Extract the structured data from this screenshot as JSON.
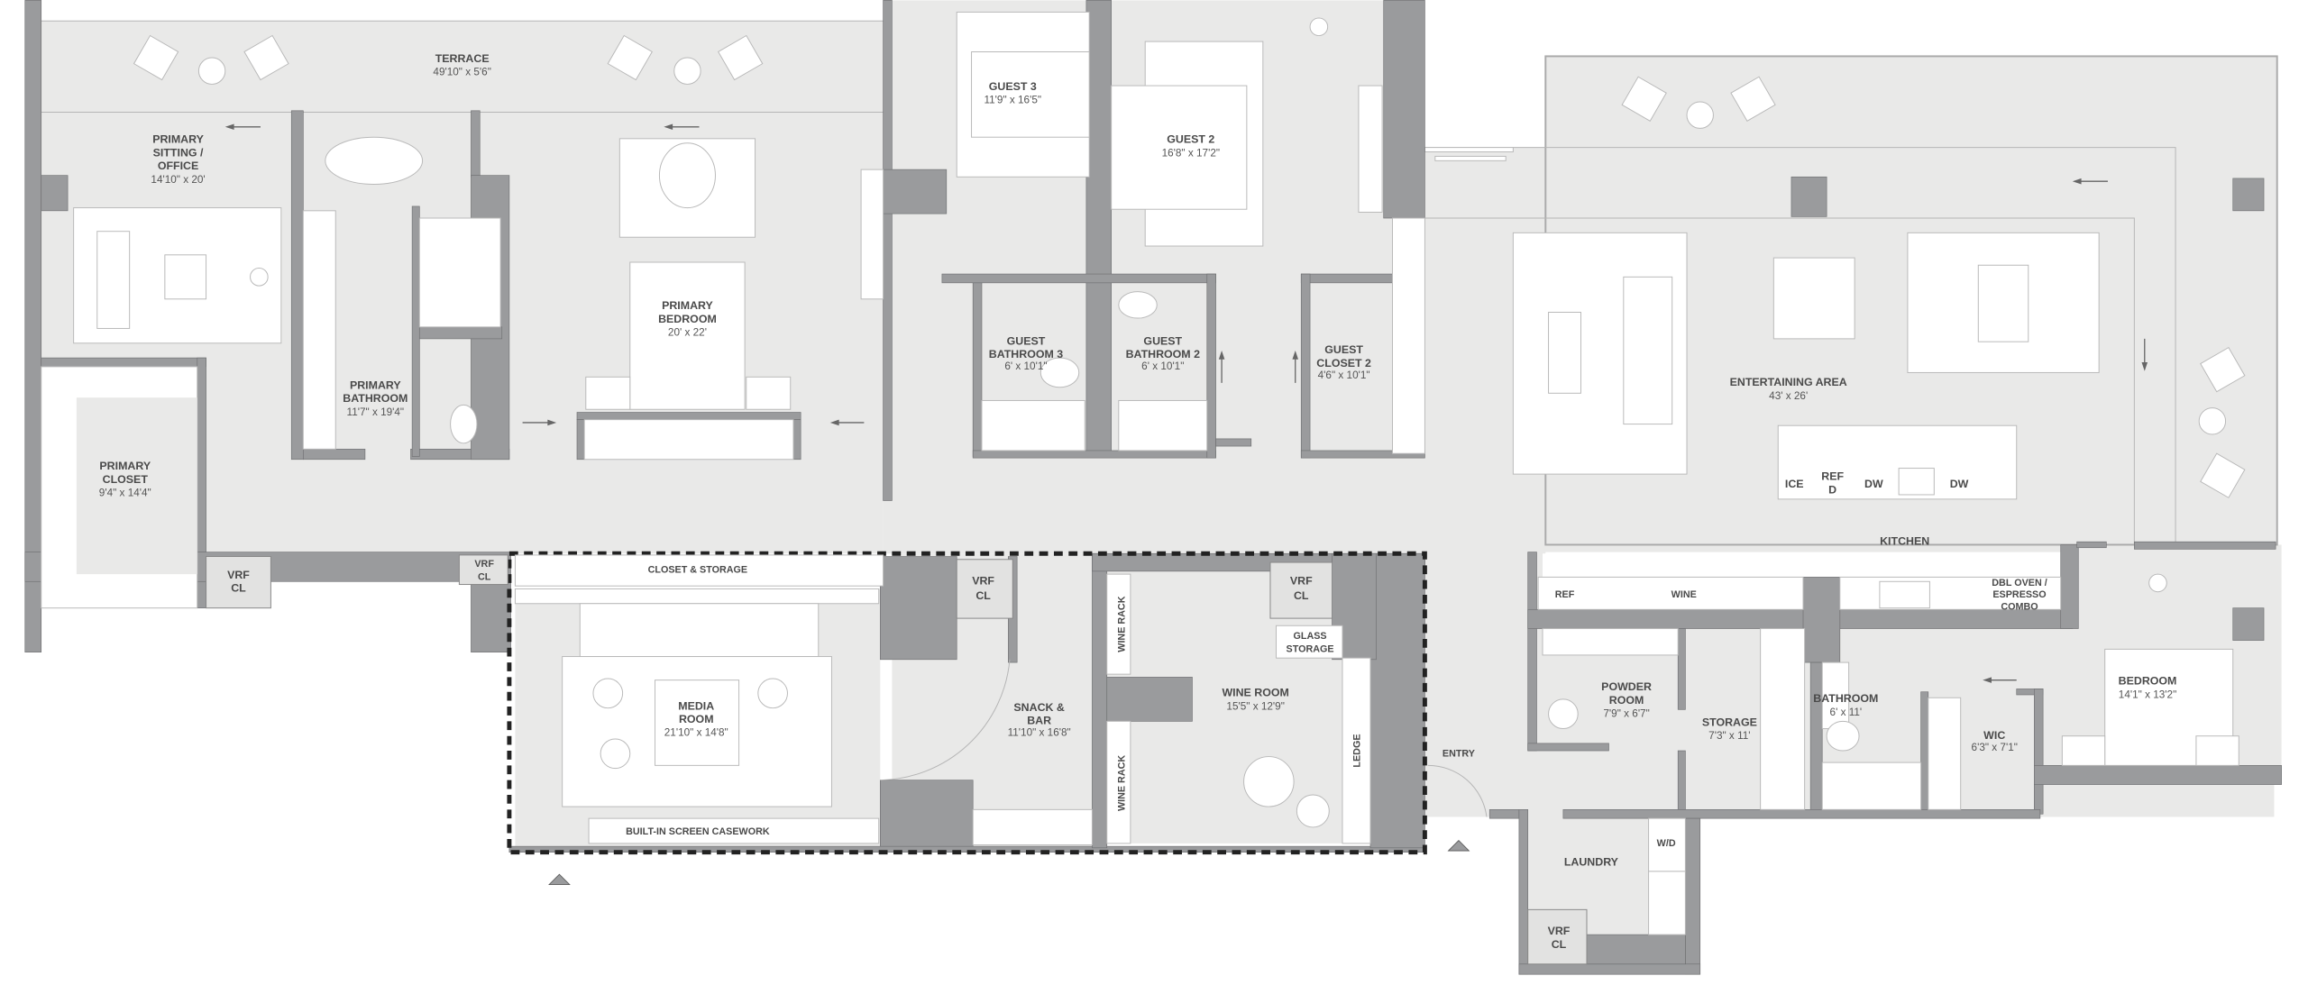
{
  "plan": {
    "colors": {
      "floor": "#e9e9e8",
      "wall": "#9a9b9d",
      "furniture": "#ffffff",
      "text": "#4a4a4a",
      "media_zone_outline": "#222222"
    },
    "rooms": {
      "terrace": {
        "name": "TERRACE",
        "dim": "49'10\" x 5'6\""
      },
      "primary_sitting": {
        "lines": [
          "PRIMARY",
          "SITTING /",
          "OFFICE"
        ],
        "dim": "14'10\" x 20'"
      },
      "primary_bathroom": {
        "lines": [
          "PRIMARY",
          "BATHROOM"
        ],
        "dim": "11'7\" x 19'4\""
      },
      "primary_bedroom": {
        "lines": [
          "PRIMARY",
          "BEDROOM"
        ],
        "dim": "20' x 22'"
      },
      "primary_closet": {
        "lines": [
          "PRIMARY",
          "CLOSET"
        ],
        "dim": "9'4\" x 14'4\""
      },
      "closet_storage": {
        "name": "CLOSET & STORAGE"
      },
      "media_room": {
        "lines": [
          "MEDIA",
          "ROOM"
        ],
        "dim": "21'10\" x 14'8\""
      },
      "builtin_casework": {
        "name": "BUILT-IN SCREEN CASEWORK"
      },
      "snack_bar": {
        "lines": [
          "SNACK &",
          "BAR"
        ],
        "dim": "11'10\" x 16'8\""
      },
      "wine_room": {
        "name": "WINE ROOM",
        "dim": "15'5\" x 12'9\""
      },
      "wine_rack": {
        "name": "WINE RACK"
      },
      "glass_storage": {
        "lines": [
          "GLASS",
          "STORAGE"
        ]
      },
      "ledge": {
        "name": "LEDGE"
      },
      "guest3": {
        "name": "GUEST 3",
        "dim": "11'9\" x 16'5\""
      },
      "guest2": {
        "name": "GUEST 2",
        "dim": "16'8\" x 17'2\""
      },
      "guest_bath3": {
        "lines": [
          "GUEST",
          "BATHROOM 3"
        ],
        "dim": "6' x 10'1\""
      },
      "guest_bath2": {
        "lines": [
          "GUEST",
          "BATHROOM 2"
        ],
        "dim": "6' x 10'1\""
      },
      "guest_closet2": {
        "lines": [
          "GUEST",
          "CLOSET 2"
        ],
        "dim": "4'6\" x 10'1\""
      },
      "entertaining": {
        "name": "ENTERTAINING AREA",
        "dim": "43' x 26'"
      },
      "island": {
        "ice": "ICE",
        "ref_d": [
          "REF",
          "D"
        ],
        "dw": "DW"
      },
      "kitchen": {
        "name": "KITCHEN",
        "ref": "REF",
        "wine": "WINE",
        "oven": [
          "DBL OVEN /",
          "ESPRESSO",
          "COMBO"
        ]
      },
      "powder_room": {
        "lines": [
          "POWDER",
          "ROOM"
        ],
        "dim": "7'9\" x 6'7\""
      },
      "storage": {
        "name": "STORAGE",
        "dim": "7'3\" x 11'"
      },
      "bathroom": {
        "name": "BATHROOM",
        "dim": "6' x 11'"
      },
      "wic": {
        "name": "WIC",
        "dim": "6'3\" x 7'1\""
      },
      "bedroom": {
        "name": "BEDROOM",
        "dim": "14'1\" x 13'2\""
      },
      "laundry": {
        "name": "LAUNDRY",
        "wd": "W/D"
      },
      "entry": {
        "name": "ENTRY"
      },
      "vrf_cl": [
        "VRF",
        "CL"
      ]
    }
  }
}
